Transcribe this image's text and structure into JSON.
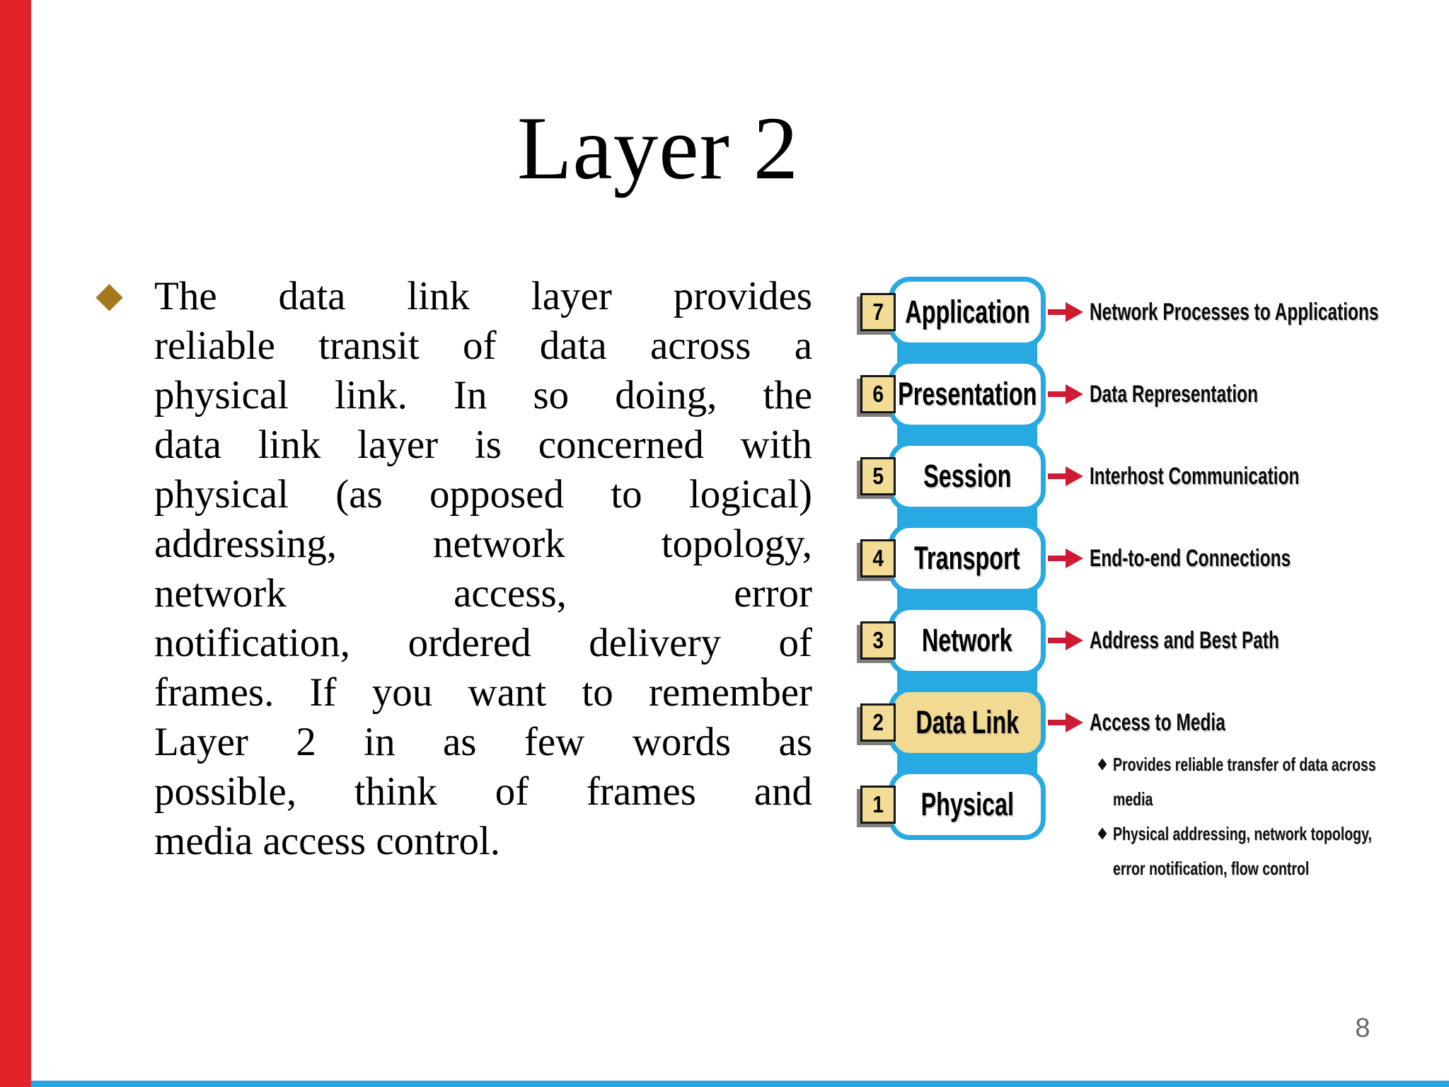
{
  "slide": {
    "title": "Layer 2",
    "page_number": "8"
  },
  "bullet": {
    "lines": [
      "The data link layer provides",
      "reliable transit of data  across a",
      "physical link. In so  doing, the",
      "data link layer is  concerned with",
      "physical (as  opposed to logical)",
      "addressing, network   topology,",
      "network access, error",
      "notification, ordered  delivery of",
      "frames. If you  want to remember",
      "Layer 2   in as few words as",
      "possible,   think of frames and",
      "media  access control."
    ]
  },
  "diagram": {
    "rows": [
      {
        "num": "7",
        "label": "Application",
        "arrow_text": "Network Processes to Applications"
      },
      {
        "num": "6",
        "label": "Presentation",
        "arrow_text": "Data Representation"
      },
      {
        "num": "5",
        "label": "Session",
        "arrow_text": "Interhost Communication"
      },
      {
        "num": "4",
        "label": "Transport",
        "arrow_text": "End-to-end Connections"
      },
      {
        "num": "3",
        "label": "Network",
        "arrow_text": "Address and Best Path"
      },
      {
        "num": "2",
        "label": "Data Link",
        "arrow_text": "Access to Media",
        "highlighted": true
      },
      {
        "num": "1",
        "label": "Physical"
      }
    ],
    "notes": [
      {
        "line1": "Provides reliable transfer of data across",
        "line2": "media"
      },
      {
        "line1": "Physical addressing, network topology,",
        "line2": "error notification, flow control"
      }
    ],
    "colors": {
      "box_border_blue": "#27A9E1",
      "square_fill_tan": "#F2DC96",
      "highlight_fill_tan": "#F2DA92",
      "arrow_red": "#CE1B33"
    }
  },
  "decorations": {
    "left_bar_red": "#E2242A",
    "bottom_line_blue": "#2AA5DE",
    "bullet_diamond_gold": "#A3781E"
  }
}
